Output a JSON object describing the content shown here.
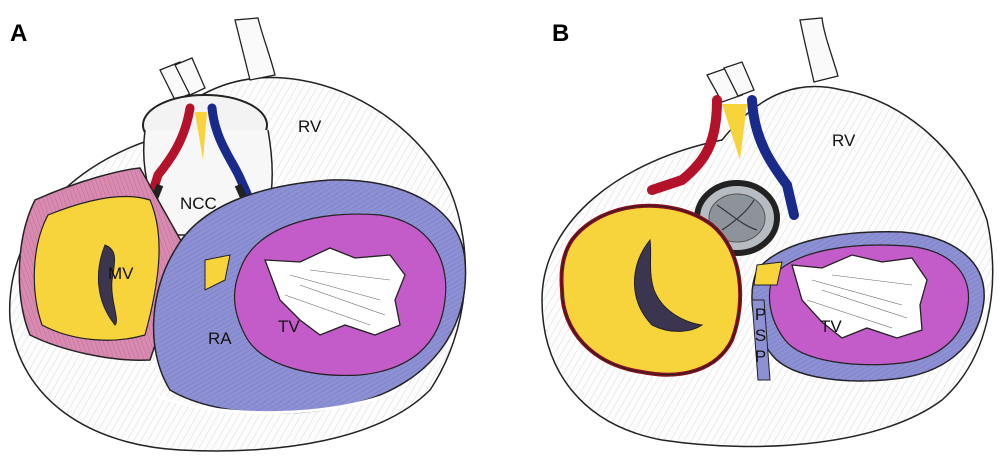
{
  "panels": [
    {
      "letter": "A",
      "labels": {
        "rv": "RV",
        "ncc": "NCC",
        "mv": "MV",
        "ra": "RA",
        "tv": "TV"
      }
    },
    {
      "letter": "B",
      "labels": {
        "rv": "RV",
        "psp": "PSP",
        "tv": "TV"
      }
    }
  ],
  "colors": {
    "mitral_yellow": "#f7d33c",
    "tricuspid_magenta": "#c35bc9",
    "atrial_blue": "#8e90d4",
    "pink_leaflet": "#d98ab0",
    "red_artery": "#b3122a",
    "navy_artery": "#1a2a8a",
    "outline": "#222222"
  }
}
